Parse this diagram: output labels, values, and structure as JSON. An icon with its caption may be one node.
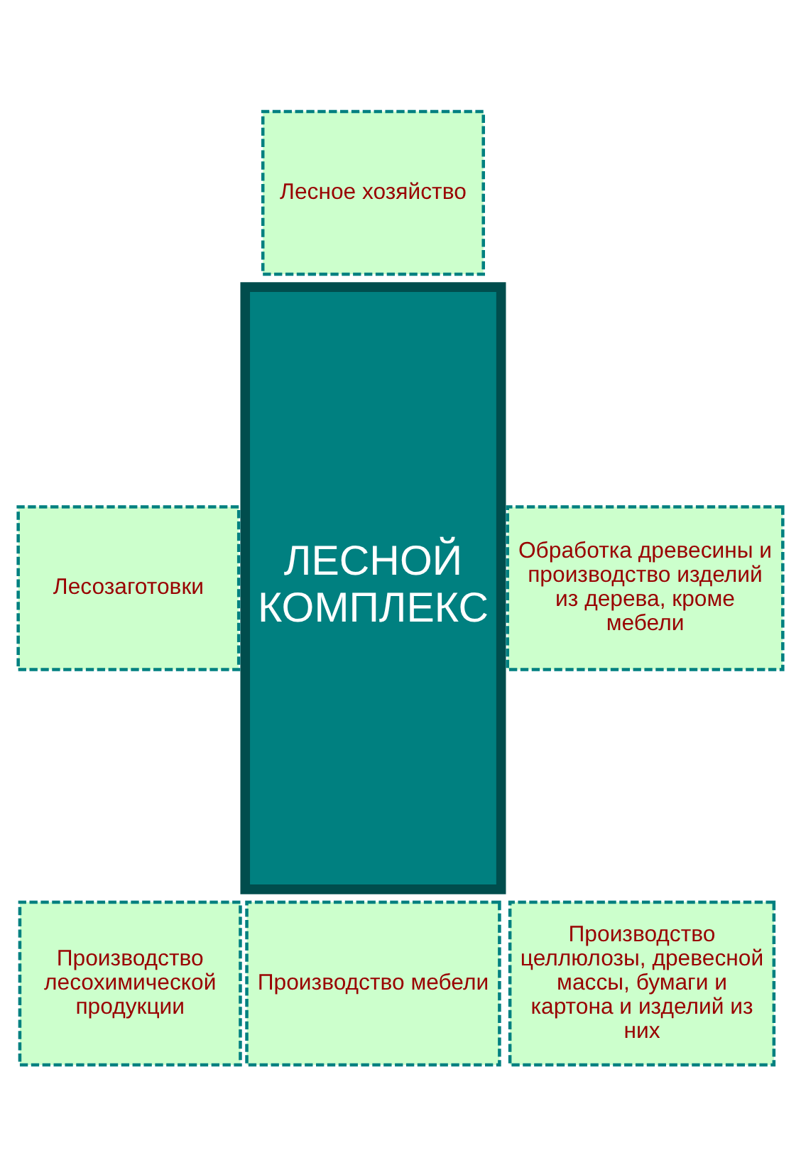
{
  "diagram": {
    "nodes": [
      {
        "text": [
          "Лесное хозяйство"
        ]
      },
      {
        "text": [
          "Лесозаготовки"
        ]
      },
      {
        "text": [
          "Обработка древесины и производство изделий из дерева, кроме мебели"
        ]
      },
      {
        "text": [
          "ЛЕСНОЙ КОМПЛЕКС"
        ]
      },
      {
        "text": [
          "Производство лесохимической продукции"
        ]
      },
      {
        "text": [
          "Производство целлюлозы, древесной массы, бумаги и картона и изделий из них"
        ]
      },
      {
        "text": [
          "Производство мебели"
        ]
      }
    ]
  }
}
